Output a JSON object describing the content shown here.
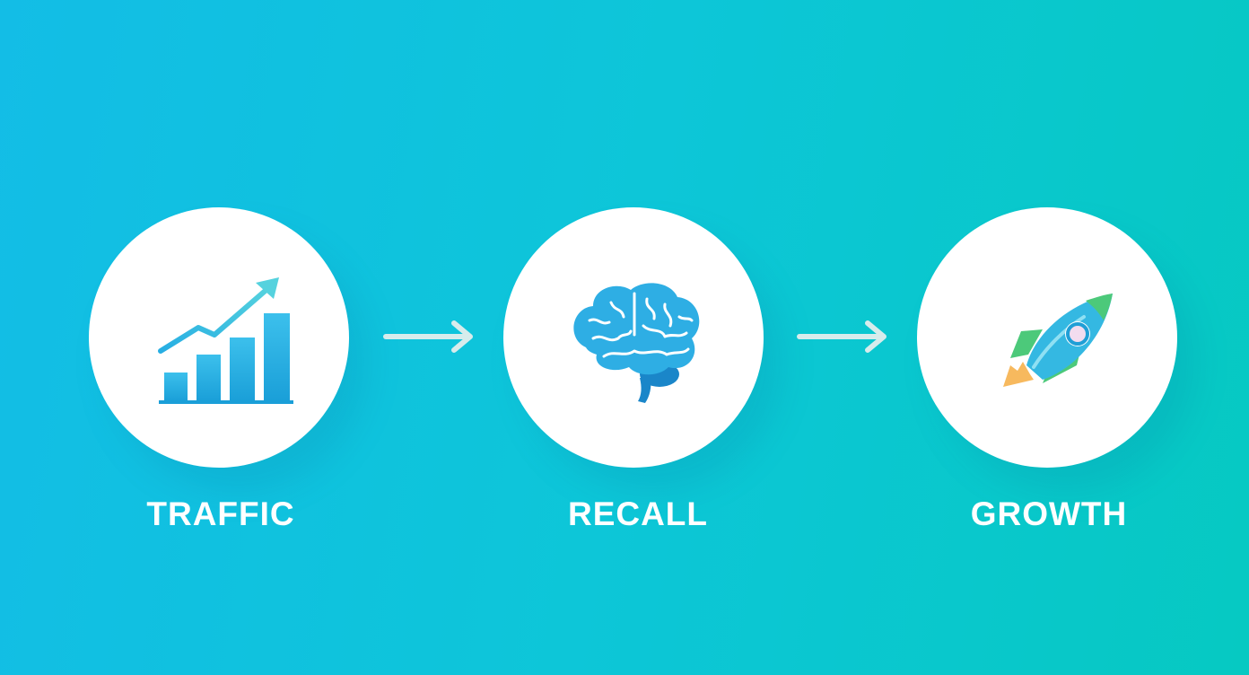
{
  "steps": [
    {
      "label": "TRAFFIC",
      "icon": "bar-chart-trend-icon"
    },
    {
      "label": "RECALL",
      "icon": "brain-icon"
    },
    {
      "label": "GROWTH",
      "icon": "rocket-icon"
    }
  ],
  "connectors": [
    "right-arrow-icon",
    "right-arrow-icon"
  ],
  "colors": {
    "background_start": "#13bde6",
    "background_end": "#06c9c2",
    "icon_blue": "#1fa8dd",
    "rocket_green": "#4cc97a",
    "flame_orange": "#f7b95e",
    "circle": "#ffffff",
    "label": "#ffffff"
  }
}
